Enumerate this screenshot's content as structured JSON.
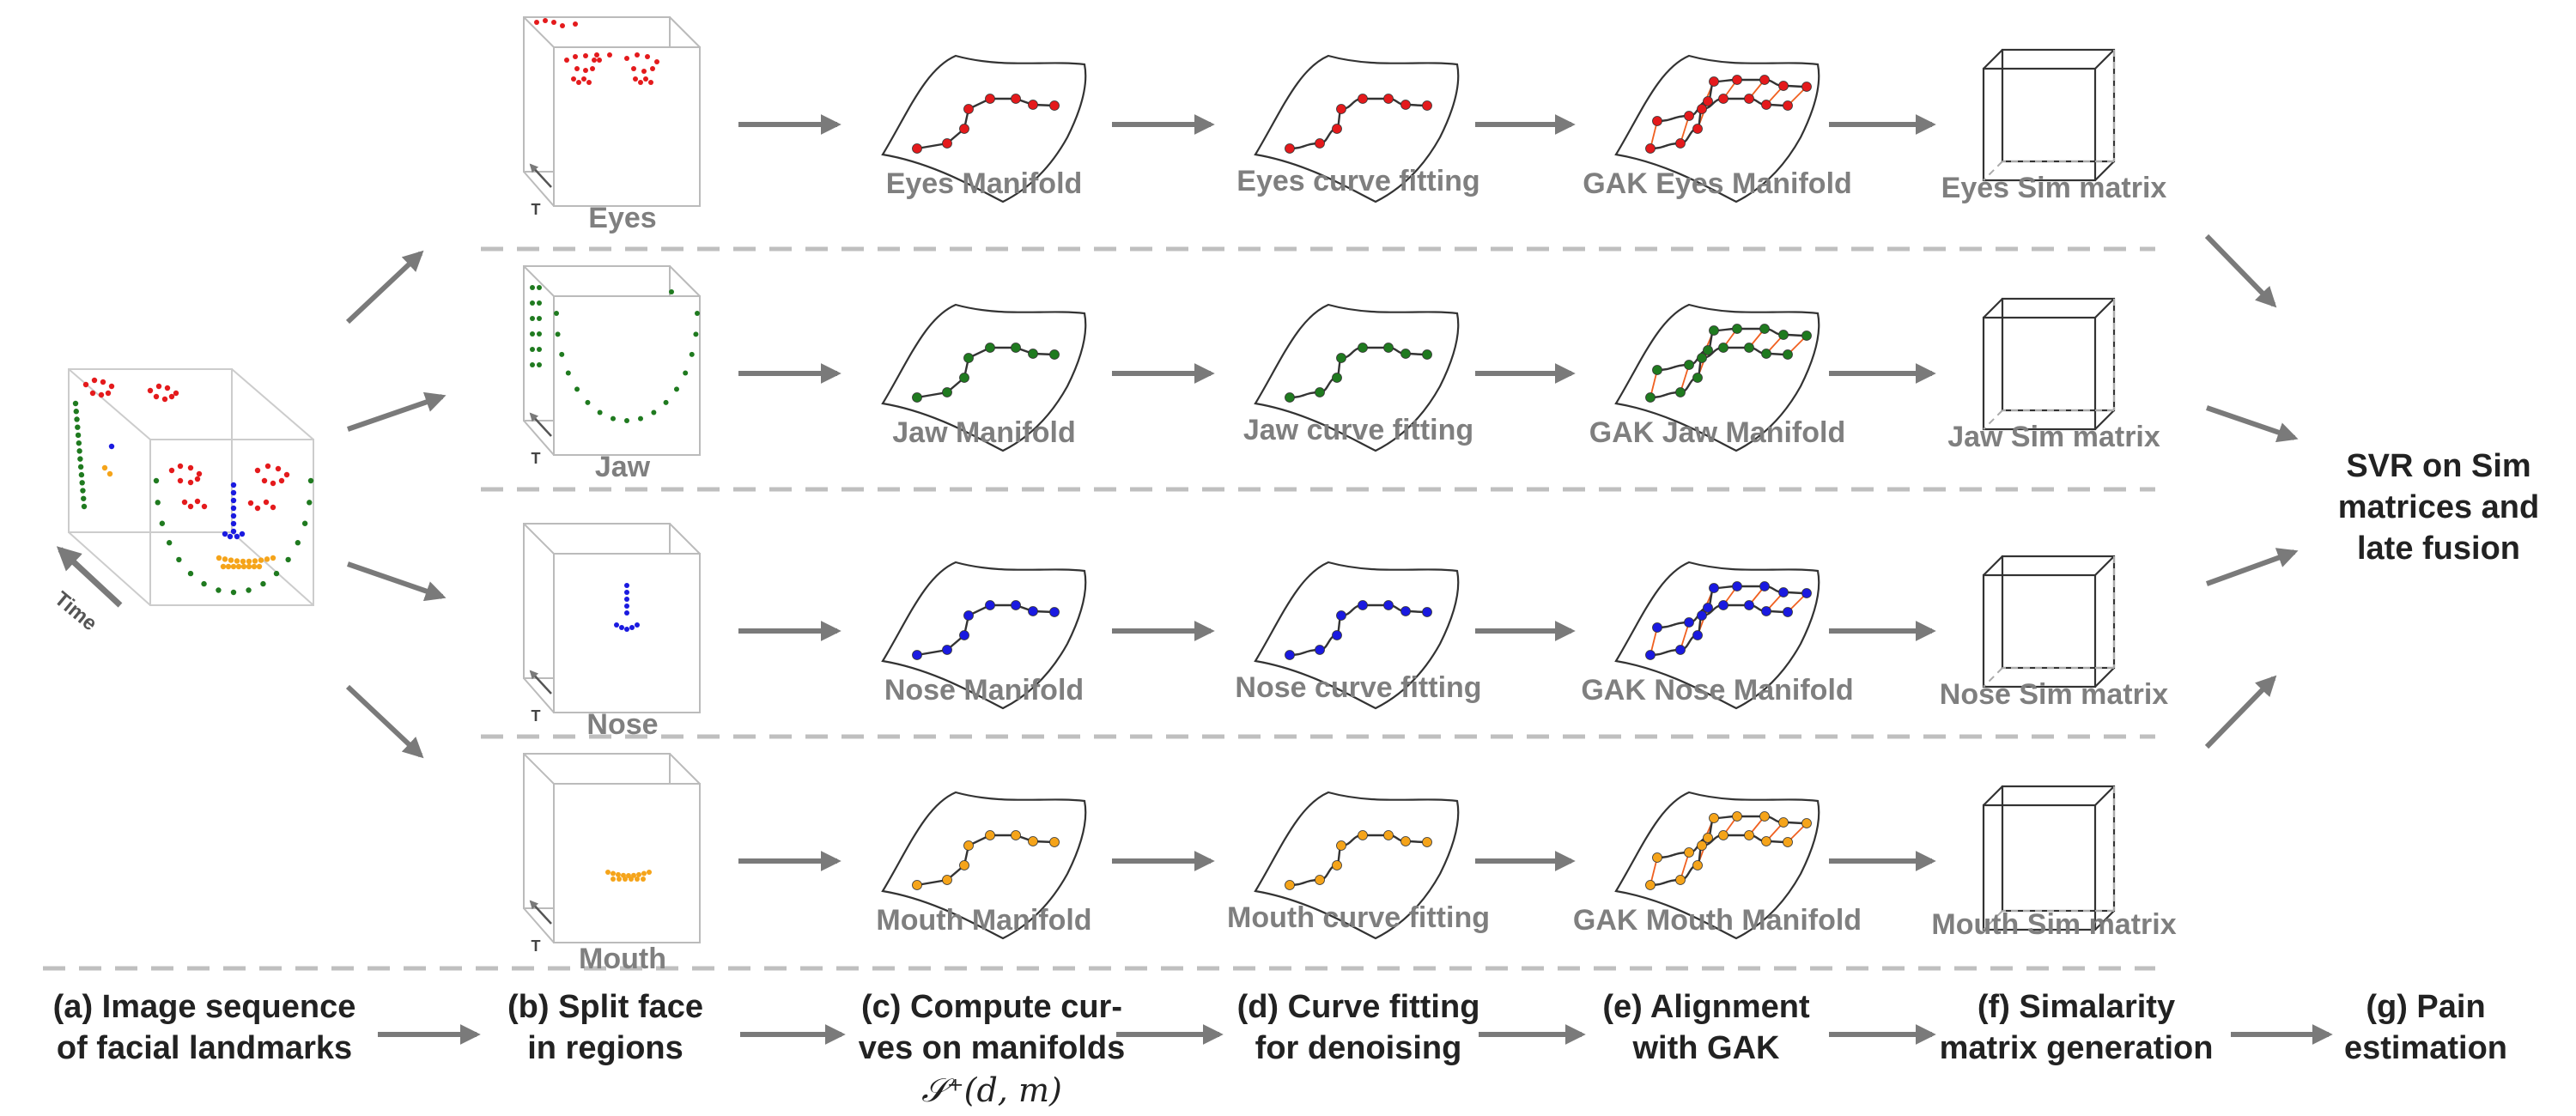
{
  "colors": {
    "arrow": "#7a7a7a",
    "dash": "#bfbfbf",
    "label": "#7f7f7f",
    "outline": "#a8a8a8",
    "eyes": "#e41a1c",
    "jaw": "#1f7a1f",
    "nose": "#1a1ae0",
    "mouth": "#f5a41a",
    "gak_lines": "#f06020"
  },
  "input_sequence": {
    "time_label": "Time"
  },
  "regions": [
    {
      "key": "eyes",
      "region_label": "Eyes",
      "time_label": "T",
      "manifold_label": "Eyes Manifold",
      "curve_fitting_label": "Eyes curve fitting",
      "gak_label": "GAK Eyes Manifold",
      "sim_matrix_label": "Eyes Sim matrix"
    },
    {
      "key": "jaw",
      "region_label": "Jaw",
      "time_label": "T",
      "manifold_label": "Jaw Manifold",
      "curve_fitting_label": "Jaw curve fitting",
      "gak_label": "GAK Jaw Manifold",
      "sim_matrix_label": "Jaw Sim matrix"
    },
    {
      "key": "nose",
      "region_label": "Nose",
      "time_label": "T",
      "manifold_label": "Nose Manifold",
      "curve_fitting_label": "Nose curve fitting",
      "gak_label": "GAK Nose Manifold",
      "sim_matrix_label": "Nose Sim matrix"
    },
    {
      "key": "mouth",
      "region_label": "Mouth",
      "time_label": "T",
      "manifold_label": "Mouth Manifold",
      "curve_fitting_label": "Mouth curve fitting",
      "gak_label": "GAK Mouth Manifold",
      "sim_matrix_label": "Mouth Sim matrix"
    }
  ],
  "result": {
    "line1": "SVR on Sim",
    "line2": "matrices and",
    "line3": "late fusion"
  },
  "steps": [
    {
      "line1": "(a) Image sequence",
      "line2": "of facial landmarks"
    },
    {
      "line1": "(b) Split face",
      "line2": "in regions"
    },
    {
      "line1": "(c) Compute cur-",
      "line2": "ves on manifolds",
      "math": "𝒮⁺(d, m)"
    },
    {
      "line1": "(d) Curve fitting",
      "line2": "for denoising"
    },
    {
      "line1": "(e) Alignment",
      "line2": "with GAK"
    },
    {
      "line1": "(f) Simalarity",
      "line2": "matrix generation"
    },
    {
      "line1": "(g) Pain",
      "line2": "estimation"
    }
  ]
}
